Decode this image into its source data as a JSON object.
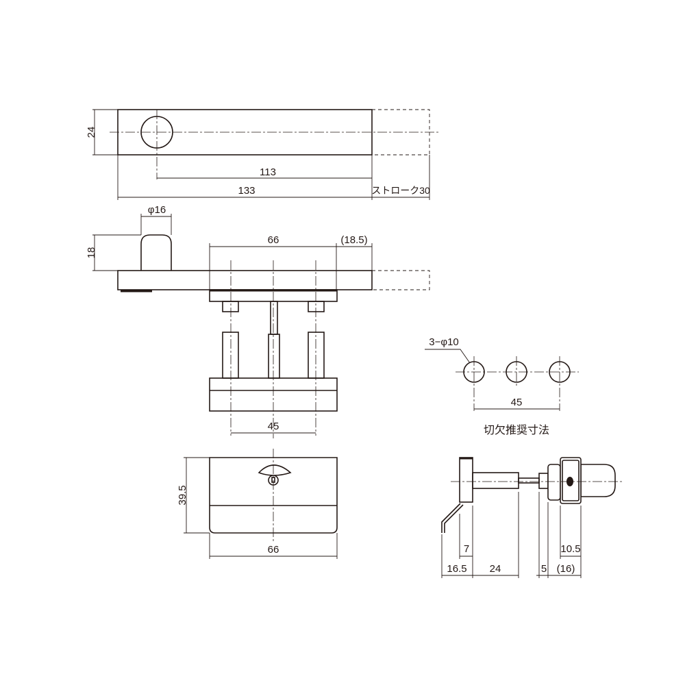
{
  "top_view": {
    "height": "24",
    "hole_to_end": "113",
    "length": "133",
    "stroke": "ストローク30"
  },
  "side_view": {
    "knob_diameter": "φ16",
    "knob_height": "18",
    "base_width": "66",
    "offset": "(18.5)",
    "pin_pitch": "45"
  },
  "front_view": {
    "height": "39.5",
    "width": "66"
  },
  "cutout": {
    "holes": "3−φ10",
    "pitch": "45",
    "caption": "切欠推奨寸法"
  },
  "profile_view": {
    "d7": "7",
    "d16_5": "16.5",
    "d24": "24",
    "d5": "5",
    "d16": "(16)",
    "d10_5": "10.5"
  }
}
